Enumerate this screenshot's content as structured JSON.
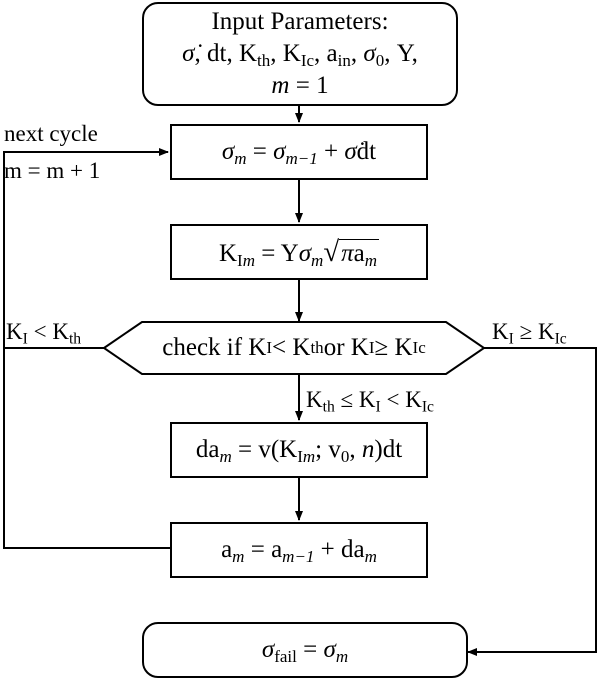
{
  "nodes": {
    "input": {
      "title": "Input Parameters:",
      "params_line1": {
        "dt": "dt",
        "k_prefix": "K",
        "k_th_sub": "th",
        "k_ic_sub": "Ic",
        "a_prefix": "a",
        "a_in_sub": "in",
        "sigma0_sub": "0",
        "y": "Y"
      },
      "m_var": "m",
      "m_value": "1"
    },
    "stress": {
      "lhs_sub": "m",
      "rhs_sub": "m−1",
      "dt": "dt"
    },
    "sif": {
      "k": "K",
      "k_sub_i": "I",
      "k_sub_m": "m",
      "y": "Y",
      "sig_sub": "m",
      "a": "a",
      "a_sub": "m"
    },
    "check": {
      "text1": "check if K",
      "sub_i": "I",
      "lt": " < K",
      "sub_th": "th",
      "or": " or K",
      "sub_i2": "I",
      "ge": " ≥ K",
      "sub_ic": "Ic"
    },
    "growth": {
      "lhs": "da",
      "lhs_sub": "m",
      "v": "v(K",
      "k_sub_i": "I",
      "k_sub_m": "m",
      "v0": "v",
      "v0_sub": "0",
      "n": "n",
      "dt": ")dt"
    },
    "update": {
      "a": "a",
      "a_sub": "m",
      "a_prev_sub": "m−1",
      "da": "da",
      "da_sub": "m"
    },
    "fail": {
      "sig_sub": "fail",
      "sig_rhs_sub": "m"
    }
  },
  "labels": {
    "next_cycle": "next cycle",
    "m_increment": "m = m + 1",
    "left_branch": {
      "k": "K",
      "sub_i": "I",
      "op": " < K",
      "sub_th": "th"
    },
    "right_branch": {
      "k": "K",
      "sub_i": "I",
      "op": " ≥ K",
      "sub_ic": "Ic"
    },
    "middle_branch": {
      "k": "K",
      "sub_th": "th",
      "op": " ≤ K",
      "sub_i": "I",
      "op2": " < K",
      "sub_ic": "Ic"
    }
  }
}
